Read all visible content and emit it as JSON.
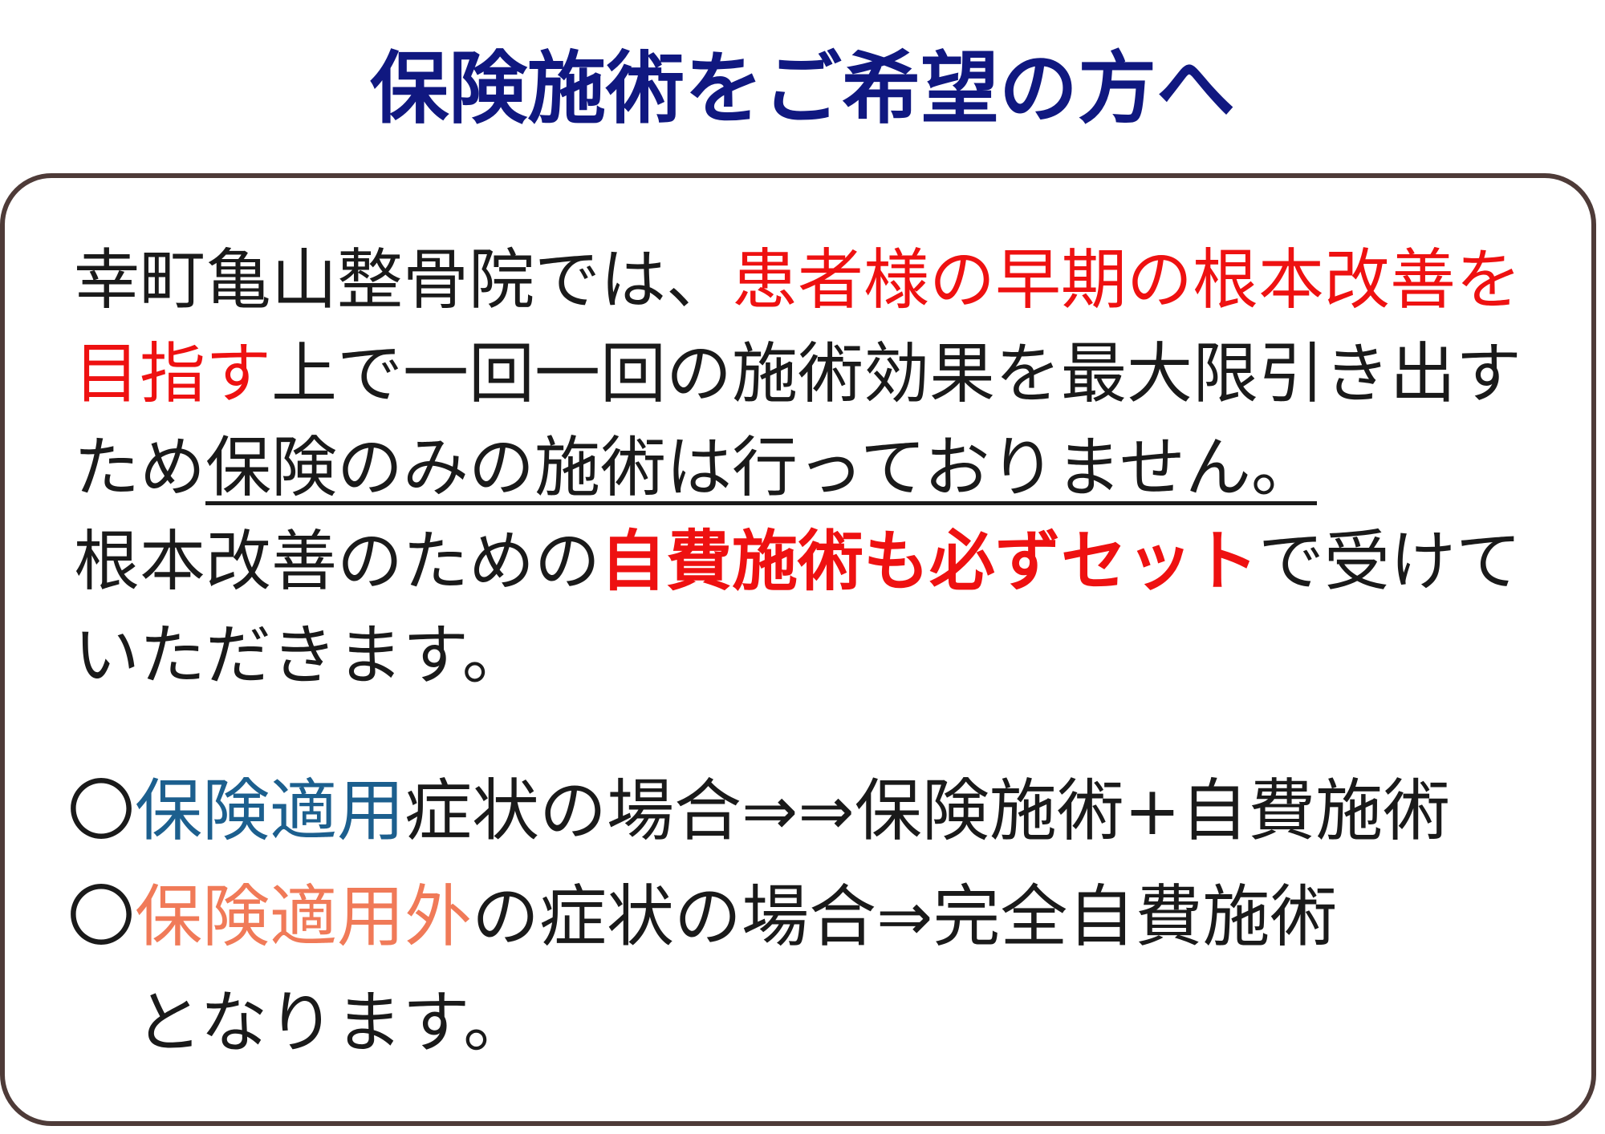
{
  "title": "保険施術をご希望の方へ",
  "paragraph": {
    "line1": {
      "normal": "幸町亀山整骨院では、",
      "highlight": "患者様の早期の根本改善を"
    },
    "line2": {
      "highlight": "目指す",
      "normal": "上で一回一回の施術効果を最大限引き出す"
    },
    "line3": {
      "normal": "ため",
      "underlined": "保険のみの施術は行っておりません。"
    },
    "line4": {
      "normal_before": "根本改善のための",
      "bold_highlight": "自費施術も必ずセット",
      "normal_after": "で受けて"
    },
    "line5": {
      "normal": "いただきます。"
    }
  },
  "list": {
    "item1": {
      "marker": "〇",
      "highlight": "保険適用",
      "normal": "症状の場合⇒⇒保険施術+自費施術"
    },
    "item2": {
      "marker": "〇",
      "highlight": "保険適用外",
      "normal": "の症状の場合⇒完全自費施術"
    },
    "closing": "となります。"
  },
  "colors": {
    "title": "#101880",
    "red": "#ee1111",
    "blue": "#1c5f8e",
    "orange": "#f07a58",
    "border": "#4e3b38"
  }
}
